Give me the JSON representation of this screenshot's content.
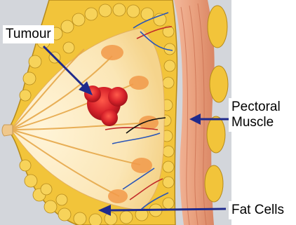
{
  "diagram": {
    "labels": {
      "tumour": "Tumour",
      "pectoral_line1": "Pectoral",
      "pectoral_line2": "Muscle",
      "fat_cells": "Fat Cells"
    },
    "colors": {
      "arrow": "#1f2a8c",
      "background": "#ffffff",
      "panel_grey": "#d3d6db",
      "fat_yellow": "#f2c43a",
      "tissue_cream": "#fbe6b6",
      "muscle_pink": "#e9a07e",
      "tumour_red": "#d9232b"
    }
  }
}
